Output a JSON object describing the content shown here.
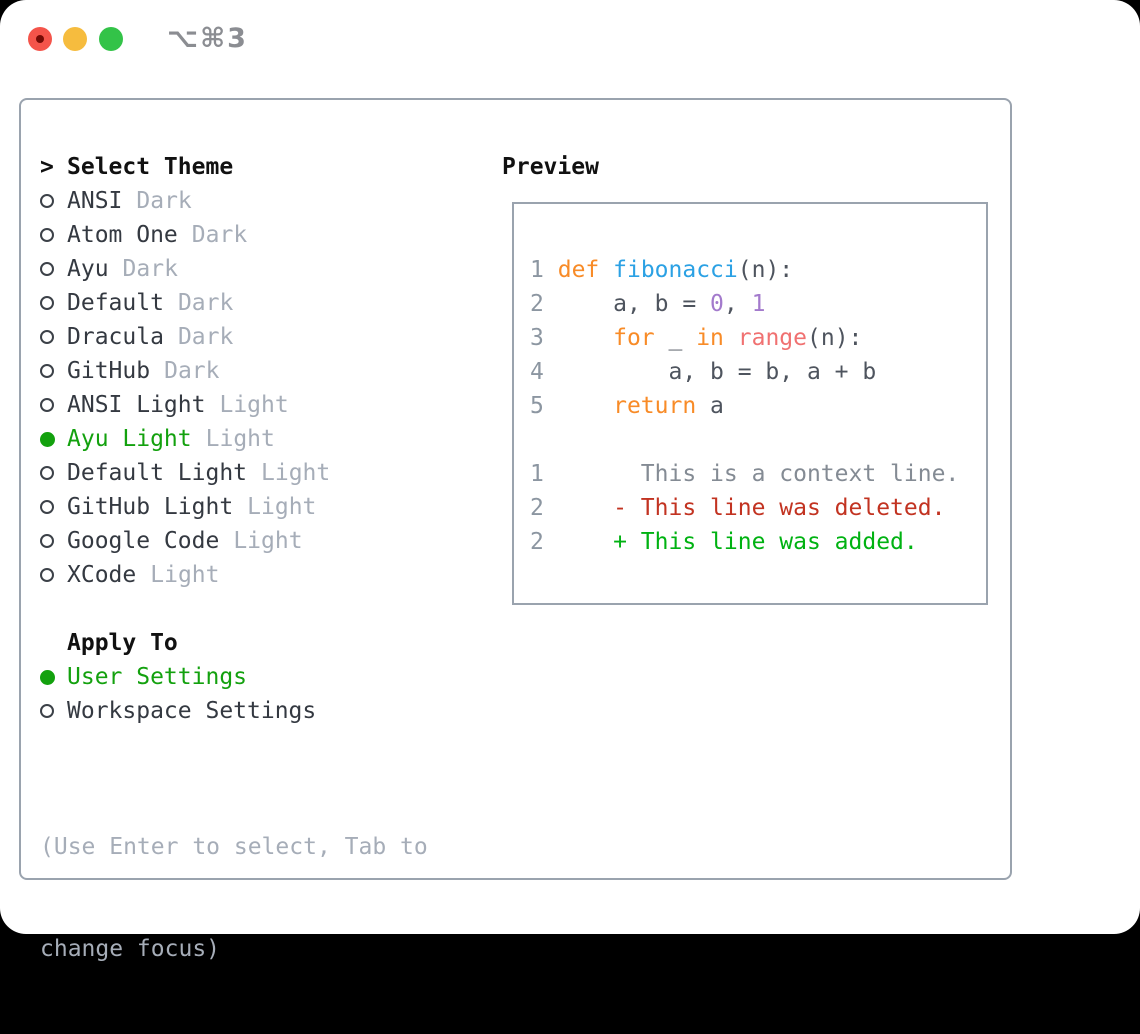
{
  "window": {
    "shortcut": "⌥⌘3"
  },
  "icons": {
    "close": "traffic-light-red-with-dot",
    "minimize": "traffic-light-yellow",
    "zoom": "traffic-light-green",
    "radio_unselected": "○",
    "radio_selected": "●"
  },
  "left": {
    "prompt": ">",
    "title": "Select Theme",
    "themes": [
      {
        "name": "ANSI",
        "variant": "Dark",
        "selected": false
      },
      {
        "name": "Atom One",
        "variant": "Dark",
        "selected": false
      },
      {
        "name": "Ayu",
        "variant": "Dark",
        "selected": false
      },
      {
        "name": "Default",
        "variant": "Dark",
        "selected": false
      },
      {
        "name": "Dracula",
        "variant": "Dark",
        "selected": false
      },
      {
        "name": "GitHub",
        "variant": "Dark",
        "selected": false
      },
      {
        "name": "ANSI Light",
        "variant": "Light",
        "selected": false
      },
      {
        "name": "Ayu Light",
        "variant": "Light",
        "selected": true
      },
      {
        "name": "Default Light",
        "variant": "Light",
        "selected": false
      },
      {
        "name": "GitHub Light",
        "variant": "Light",
        "selected": false
      },
      {
        "name": "Google Code",
        "variant": "Light",
        "selected": false
      },
      {
        "name": "XCode",
        "variant": "Light",
        "selected": false
      }
    ],
    "apply_title": "Apply To",
    "apply_options": [
      {
        "label": "User Settings",
        "selected": true
      },
      {
        "label": "Workspace Settings",
        "selected": false
      }
    ],
    "help_lines": [
      "(Use Enter to select, Tab to",
      "change focus)"
    ]
  },
  "preview": {
    "title": "Preview",
    "lines": [
      [
        {
          "t": "1",
          "y": "ln"
        },
        {
          "t": " ",
          "y": "pl"
        },
        {
          "t": "def",
          "y": "kw"
        },
        {
          "t": " ",
          "y": "pl"
        },
        {
          "t": "fibonacci",
          "y": "fn"
        },
        {
          "t": "(n):",
          "y": "pl"
        }
      ],
      [
        {
          "t": "2",
          "y": "ln"
        },
        {
          "t": "     a, b = ",
          "y": "pl"
        },
        {
          "t": "0",
          "y": "nm"
        },
        {
          "t": ", ",
          "y": "pl"
        },
        {
          "t": "1",
          "y": "nm"
        }
      ],
      [
        {
          "t": "3",
          "y": "ln"
        },
        {
          "t": "     ",
          "y": "pl"
        },
        {
          "t": "for",
          "y": "kw"
        },
        {
          "t": " _ ",
          "y": "pl"
        },
        {
          "t": "in",
          "y": "kw"
        },
        {
          "t": " ",
          "y": "pl"
        },
        {
          "t": "range",
          "y": "sp"
        },
        {
          "t": "(n):",
          "y": "pl"
        }
      ],
      [
        {
          "t": "4",
          "y": "ln"
        },
        {
          "t": "         a, b = b, a + b",
          "y": "pl"
        }
      ],
      [
        {
          "t": "5",
          "y": "ln"
        },
        {
          "t": "     ",
          "y": "pl"
        },
        {
          "t": "return",
          "y": "kw"
        },
        {
          "t": " a",
          "y": "pl"
        }
      ],
      [
        {
          "t": "",
          "y": "pl"
        }
      ],
      [
        {
          "t": "1",
          "y": "ln"
        },
        {
          "t": "       This is a context line.",
          "y": "ctx"
        }
      ],
      [
        {
          "t": "2",
          "y": "ln"
        },
        {
          "t": "     ",
          "y": "pl"
        },
        {
          "t": "- This line was deleted.",
          "y": "del"
        }
      ],
      [
        {
          "t": "2",
          "y": "ln"
        },
        {
          "t": "     ",
          "y": "pl"
        },
        {
          "t": "+ This line was added.",
          "y": "add"
        }
      ]
    ]
  },
  "colors": {
    "page_bg": "#000000",
    "window_bg": "#ffffff",
    "border": "#9aa3ae",
    "header_text": "#111111",
    "item_text": "#343941",
    "muted_text": "#a6adb8",
    "selected_green": "#13a10e",
    "circle_outline": "#3c4148",
    "shortcut_text": "#8b8d92",
    "line_number": "#8c96a1",
    "code_plain": "#4e545e",
    "keyword": "#f88b27",
    "function": "#2ba1e4",
    "number": "#a37acc",
    "special": "#f07171",
    "context": "#848b94",
    "deleted": "#c23321",
    "added": "#00b212",
    "traffic_red": "#f4544a",
    "traffic_red_dot": "#750b05",
    "traffic_yellow": "#f6bc3e",
    "traffic_green": "#33c348"
  }
}
